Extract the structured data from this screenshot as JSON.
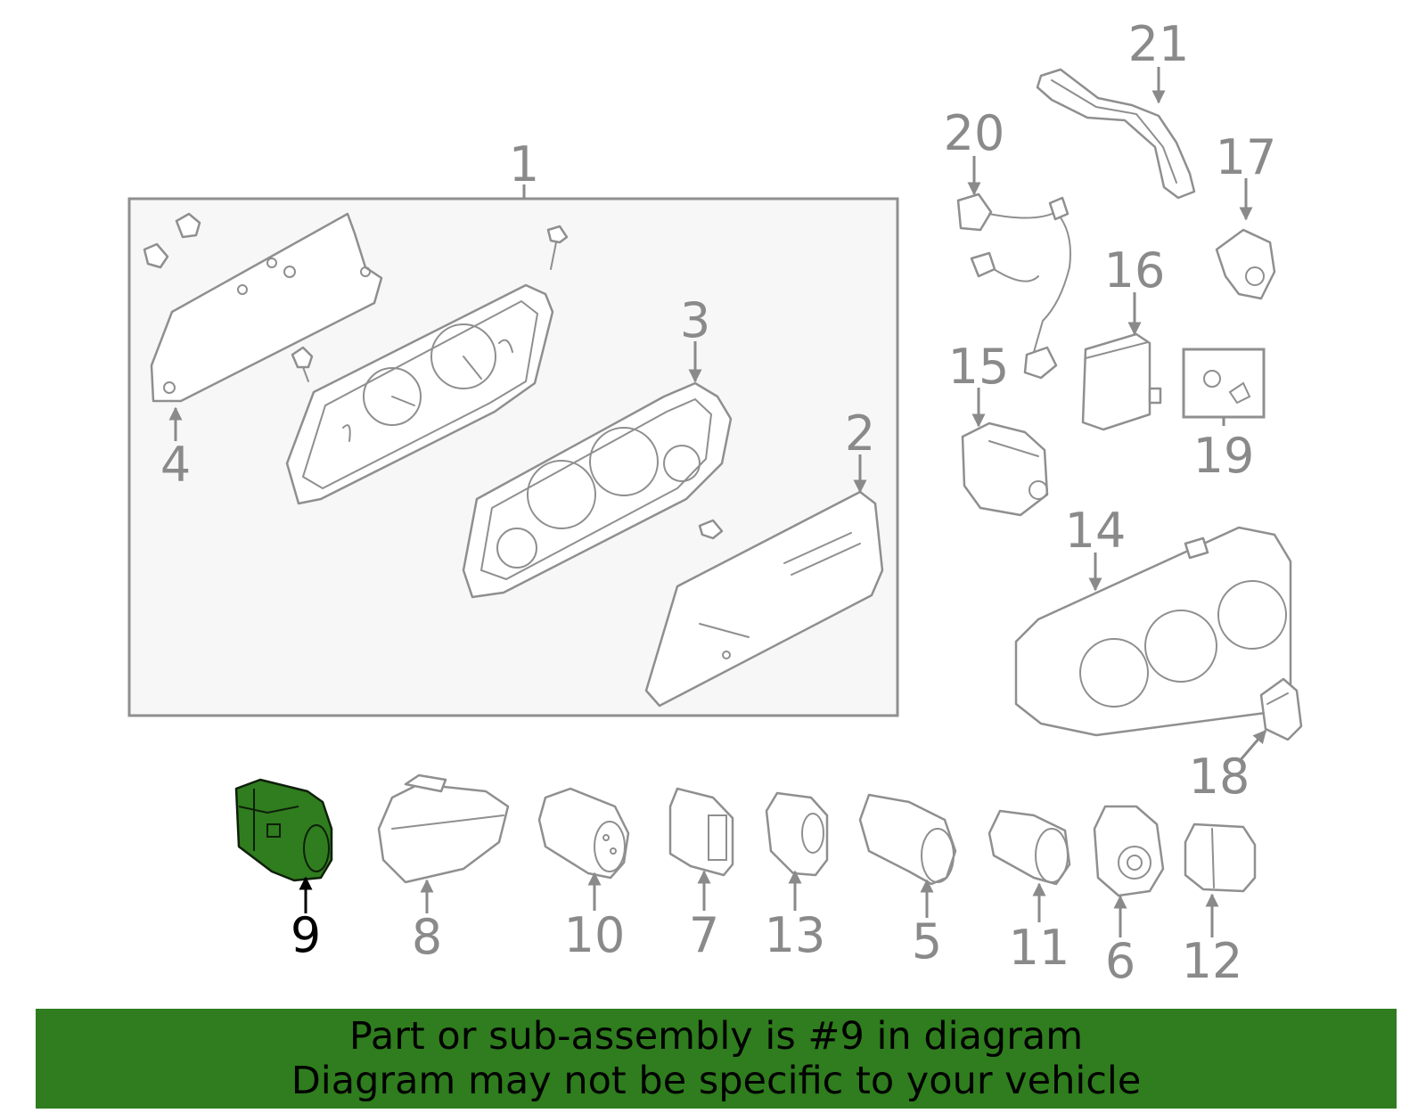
{
  "callouts": {
    "c1": "1",
    "c2": "2",
    "c3": "3",
    "c4": "4",
    "c5": "5",
    "c6": "6",
    "c7": "7",
    "c8": "8",
    "c9": "9",
    "c10": "10",
    "c11": "11",
    "c12": "12",
    "c13": "13",
    "c14": "14",
    "c15": "15",
    "c16": "16",
    "c17": "17",
    "c18": "18",
    "c19": "19",
    "c20": "20",
    "c21": "21"
  },
  "selected_part": "9",
  "highlight_color": "#2f7d1e",
  "banner": {
    "line1": "Part or sub-assembly is #9 in diagram",
    "line2": "Diagram may not be specific to your vehicle"
  }
}
